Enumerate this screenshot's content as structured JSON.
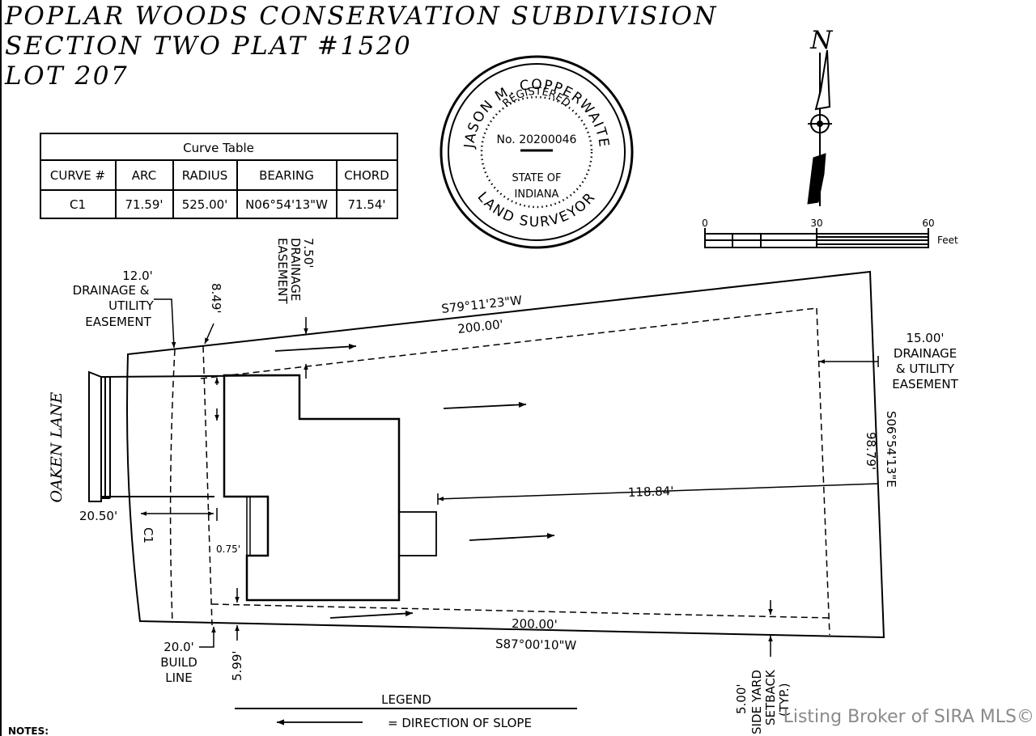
{
  "title": {
    "line1": "POPLAR WOODS CONSERVATION SUBDIVISION",
    "line2": "SECTION TWO PLAT #1520",
    "line3": "LOT 207"
  },
  "curve_table": {
    "caption": "Curve Table",
    "headers": [
      "CURVE #",
      "ARC",
      "RADIUS",
      "BEARING",
      "CHORD"
    ],
    "rows": [
      [
        "C1",
        "71.59'",
        "525.00'",
        "N06°54'13\"W",
        "71.54'"
      ]
    ]
  },
  "seal": {
    "name": "JASON M. COPPERWAITE",
    "registered": "REGISTERED",
    "number": "No. 20200046",
    "state_of": "STATE OF",
    "state": "INDIANA",
    "profession": "LAND SURVEYOR"
  },
  "north_arrow": {
    "label": "N"
  },
  "scale_bar": {
    "ticks": [
      "0",
      "30",
      "60"
    ],
    "unit": "Feet"
  },
  "street": "OAKEN LANE",
  "dimensions": {
    "north_bearing": "S79°11'23\"W",
    "north_length": "200.00'",
    "south_length": "200.00'",
    "south_bearing": "S87°00'10\"W",
    "east_bearing": "S06°54'13\"E",
    "east_length": "98.79'",
    "depth": "118.84'",
    "front_offset": "20.50'",
    "curve": "C1",
    "offset_849": "8.49'",
    "offset_075": "0.75'",
    "offset_599": "5.99'"
  },
  "easements": {
    "drain_utility_12": [
      "12.0'",
      "DRAINAGE &",
      "UTILITY",
      "EASEMENT"
    ],
    "drainage_750": [
      "7.50'",
      "DRAINAGE",
      "EASEMENT"
    ],
    "drain_utility_15": [
      "15.00'",
      "DRAINAGE",
      "& UTILITY",
      "EASEMENT"
    ],
    "build_line": [
      "20.0'",
      "BUILD",
      "LINE"
    ],
    "side_yard": [
      "5.00'",
      "SIDE YARD",
      "SETBACK",
      "(TYP.)"
    ]
  },
  "legend": {
    "title": "LEGEND",
    "item": "= DIRECTION OF SLOPE"
  },
  "notes": "NOTES:",
  "watermark": "Listing Broker of SIRA MLS©"
}
